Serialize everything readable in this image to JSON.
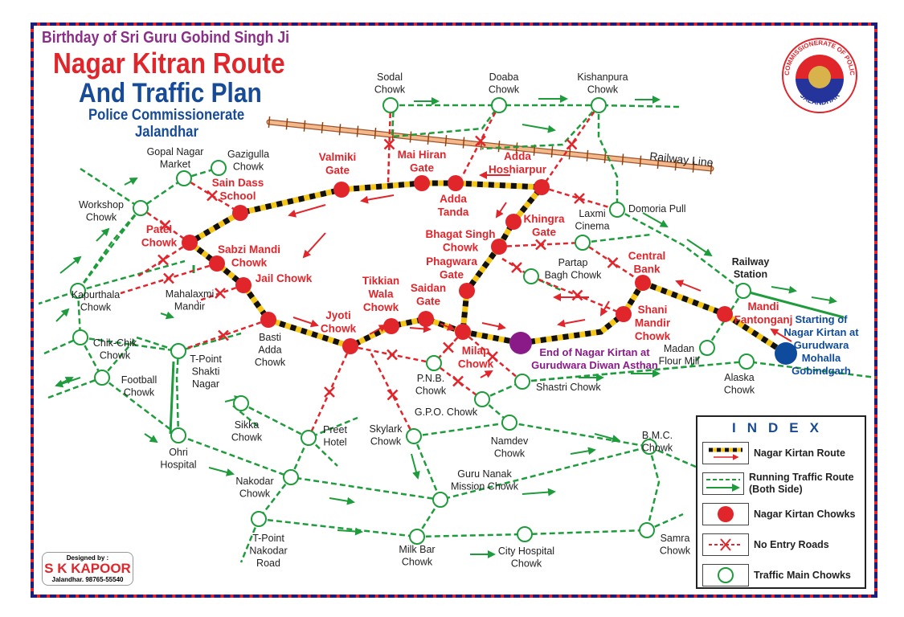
{
  "header": {
    "subtitle": "Birthday of Sri Guru Gobind Singh Ji",
    "title": "Nagar Kitran Route",
    "title2": "And Traffic Plan",
    "org": "Police Commissionerate",
    "city": "Jalandhar"
  },
  "logo": {
    "text_top": "COMMISSIONERATE OF POLICE",
    "text_bottom": "JALANDHAR"
  },
  "railway_label": "Railway Line",
  "colors": {
    "route_red": "#e0252b",
    "traffic_green": "#1e9c3c",
    "end_purple": "#8b1a89",
    "start_blue": "#0f4b9c",
    "route_yellow": "#f5c518"
  },
  "nodes": {
    "sain_dass": {
      "label": [
        "Sain Dass",
        "School"
      ]
    },
    "patel": {
      "label": [
        "Patel",
        "Chowk"
      ]
    },
    "sabzi": {
      "label": [
        "Sabzi Mandi",
        "Chowk"
      ]
    },
    "jail": {
      "label": [
        "Jail Chowk"
      ]
    },
    "basti": {
      "label": [
        "Basti",
        "Adda",
        "Chowk"
      ]
    },
    "jyoti": {
      "label": [
        "Jyoti",
        "Chowk"
      ]
    },
    "tikkian": {
      "label": [
        "Tikkian",
        "Wala",
        "Chowk"
      ]
    },
    "saidan": {
      "label": [
        "Saidan",
        "Gate"
      ]
    },
    "milap": {
      "label": [
        "Milap",
        "Chowk"
      ]
    },
    "phagwara": {
      "label": [
        "Phagwara",
        "Gate"
      ]
    },
    "bhagat": {
      "label": [
        "Bhagat Singh",
        "Chowk"
      ]
    },
    "khingra": {
      "label": [
        "Khingra",
        "Gate"
      ]
    },
    "adda_hoshiarpur": {
      "label": [
        "Adda",
        "Hoshiarpur"
      ]
    },
    "adda_tanda": {
      "label": [
        "Adda",
        "Tanda"
      ]
    },
    "mai_hiran": {
      "label": [
        "Mai Hiran",
        "Gate"
      ]
    },
    "valmiki": {
      "label": [
        "Valmiki",
        "Gate"
      ]
    },
    "central_bank": {
      "label": [
        "Central",
        "Bank"
      ]
    },
    "shani": {
      "label": [
        "Shani",
        "Mandir",
        "Chowk"
      ]
    },
    "mandi": {
      "label": [
        "Mandi",
        "Fantonganj"
      ]
    },
    "end": {
      "label": [
        "End of Nagar Kirtan at",
        "Gurudwara Diwan Asthan"
      ]
    },
    "start": {
      "label": [
        "Starting of",
        "Nagar Kirtan at",
        "Gurudwara",
        "Mohalla",
        "Gobindgarh"
      ]
    },
    "sodal": {
      "label": [
        "Sodal",
        "Chowk"
      ]
    },
    "doaba": {
      "label": [
        "Doaba",
        "Chowk"
      ]
    },
    "kishanpura": {
      "label": [
        "Kishanpura",
        "Chowk"
      ]
    },
    "gopal": {
      "label": [
        "Gopal Nagar",
        "Market"
      ]
    },
    "gazigulla": {
      "label": [
        "Gazigulla",
        "Chowk"
      ]
    },
    "workshop": {
      "label": [
        "Workshop",
        "Chowk"
      ]
    },
    "domoria": {
      "label": [
        "Domoria Pull"
      ]
    },
    "laxmi": {
      "label": [
        "Laxmi",
        "Cinema"
      ]
    },
    "partap": {
      "label": [
        "Partap",
        "Bagh Chowk"
      ]
    },
    "railway": {
      "label": [
        "Railway",
        "Station"
      ]
    },
    "madan": {
      "label": [
        "Madan",
        "Flour Mill"
      ]
    },
    "alaska": {
      "label": [
        "Alaska",
        "Chowk"
      ]
    },
    "kapurthala": {
      "label": [
        "Kapurthala",
        "Chowk"
      ]
    },
    "mahalaxmi": {
      "label": [
        "Mahalaxmi",
        "Mandir"
      ]
    },
    "chikchik": {
      "label": [
        "Chik-Chik",
        "Chowk"
      ]
    },
    "tpoint_shakti": {
      "label": [
        "T-Point",
        "Shakti",
        "Nagar"
      ]
    },
    "football": {
      "label": [
        "Football",
        "Chowk"
      ]
    },
    "ohri": {
      "label": [
        "Ohri",
        "Hospital"
      ]
    },
    "sikka": {
      "label": [
        "Sikka",
        "Chowk"
      ]
    },
    "preet": {
      "label": [
        "Preet",
        "Hotel"
      ]
    },
    "pnb": {
      "label": [
        "P.N.B.",
        "Chowk"
      ]
    },
    "gpo": {
      "label": [
        "G.P.O. Chowk"
      ]
    },
    "shastri": {
      "label": [
        "Shastri Chowk"
      ]
    },
    "skylark": {
      "label": [
        "Skylark",
        "Chowk"
      ]
    },
    "namdev": {
      "label": [
        "Namdev",
        "Chowk"
      ]
    },
    "bmc": {
      "label": [
        "B.M.C.",
        "Chowk"
      ]
    },
    "nakodar": {
      "label": [
        "Nakodar",
        "Chowk"
      ]
    },
    "gnm": {
      "label": [
        "Guru Nanak",
        "Mission Chowk"
      ]
    },
    "tpoint_nakodar": {
      "label": [
        "T-Point",
        "Nakodar",
        "Road"
      ]
    },
    "milkbar": {
      "label": [
        "Milk Bar",
        "Chowk"
      ]
    },
    "cityhosp": {
      "label": [
        "City Hospital",
        "Chowk"
      ]
    },
    "samra": {
      "label": [
        "Samra",
        "Chowk"
      ]
    }
  },
  "legend": {
    "title": "INDEX",
    "items": [
      {
        "label": "Nagar Kirtan Route"
      },
      {
        "label": "Running Traffic Route (Both Side)"
      },
      {
        "label": "Nagar Kirtan Chowks"
      },
      {
        "label": "No Entry Roads"
      },
      {
        "label": "Traffic Main Chowks"
      }
    ]
  },
  "designer": {
    "caption": "Designed by :",
    "name": "S K KAPOOR",
    "contact": "Jalandhar. 98765-55540"
  }
}
